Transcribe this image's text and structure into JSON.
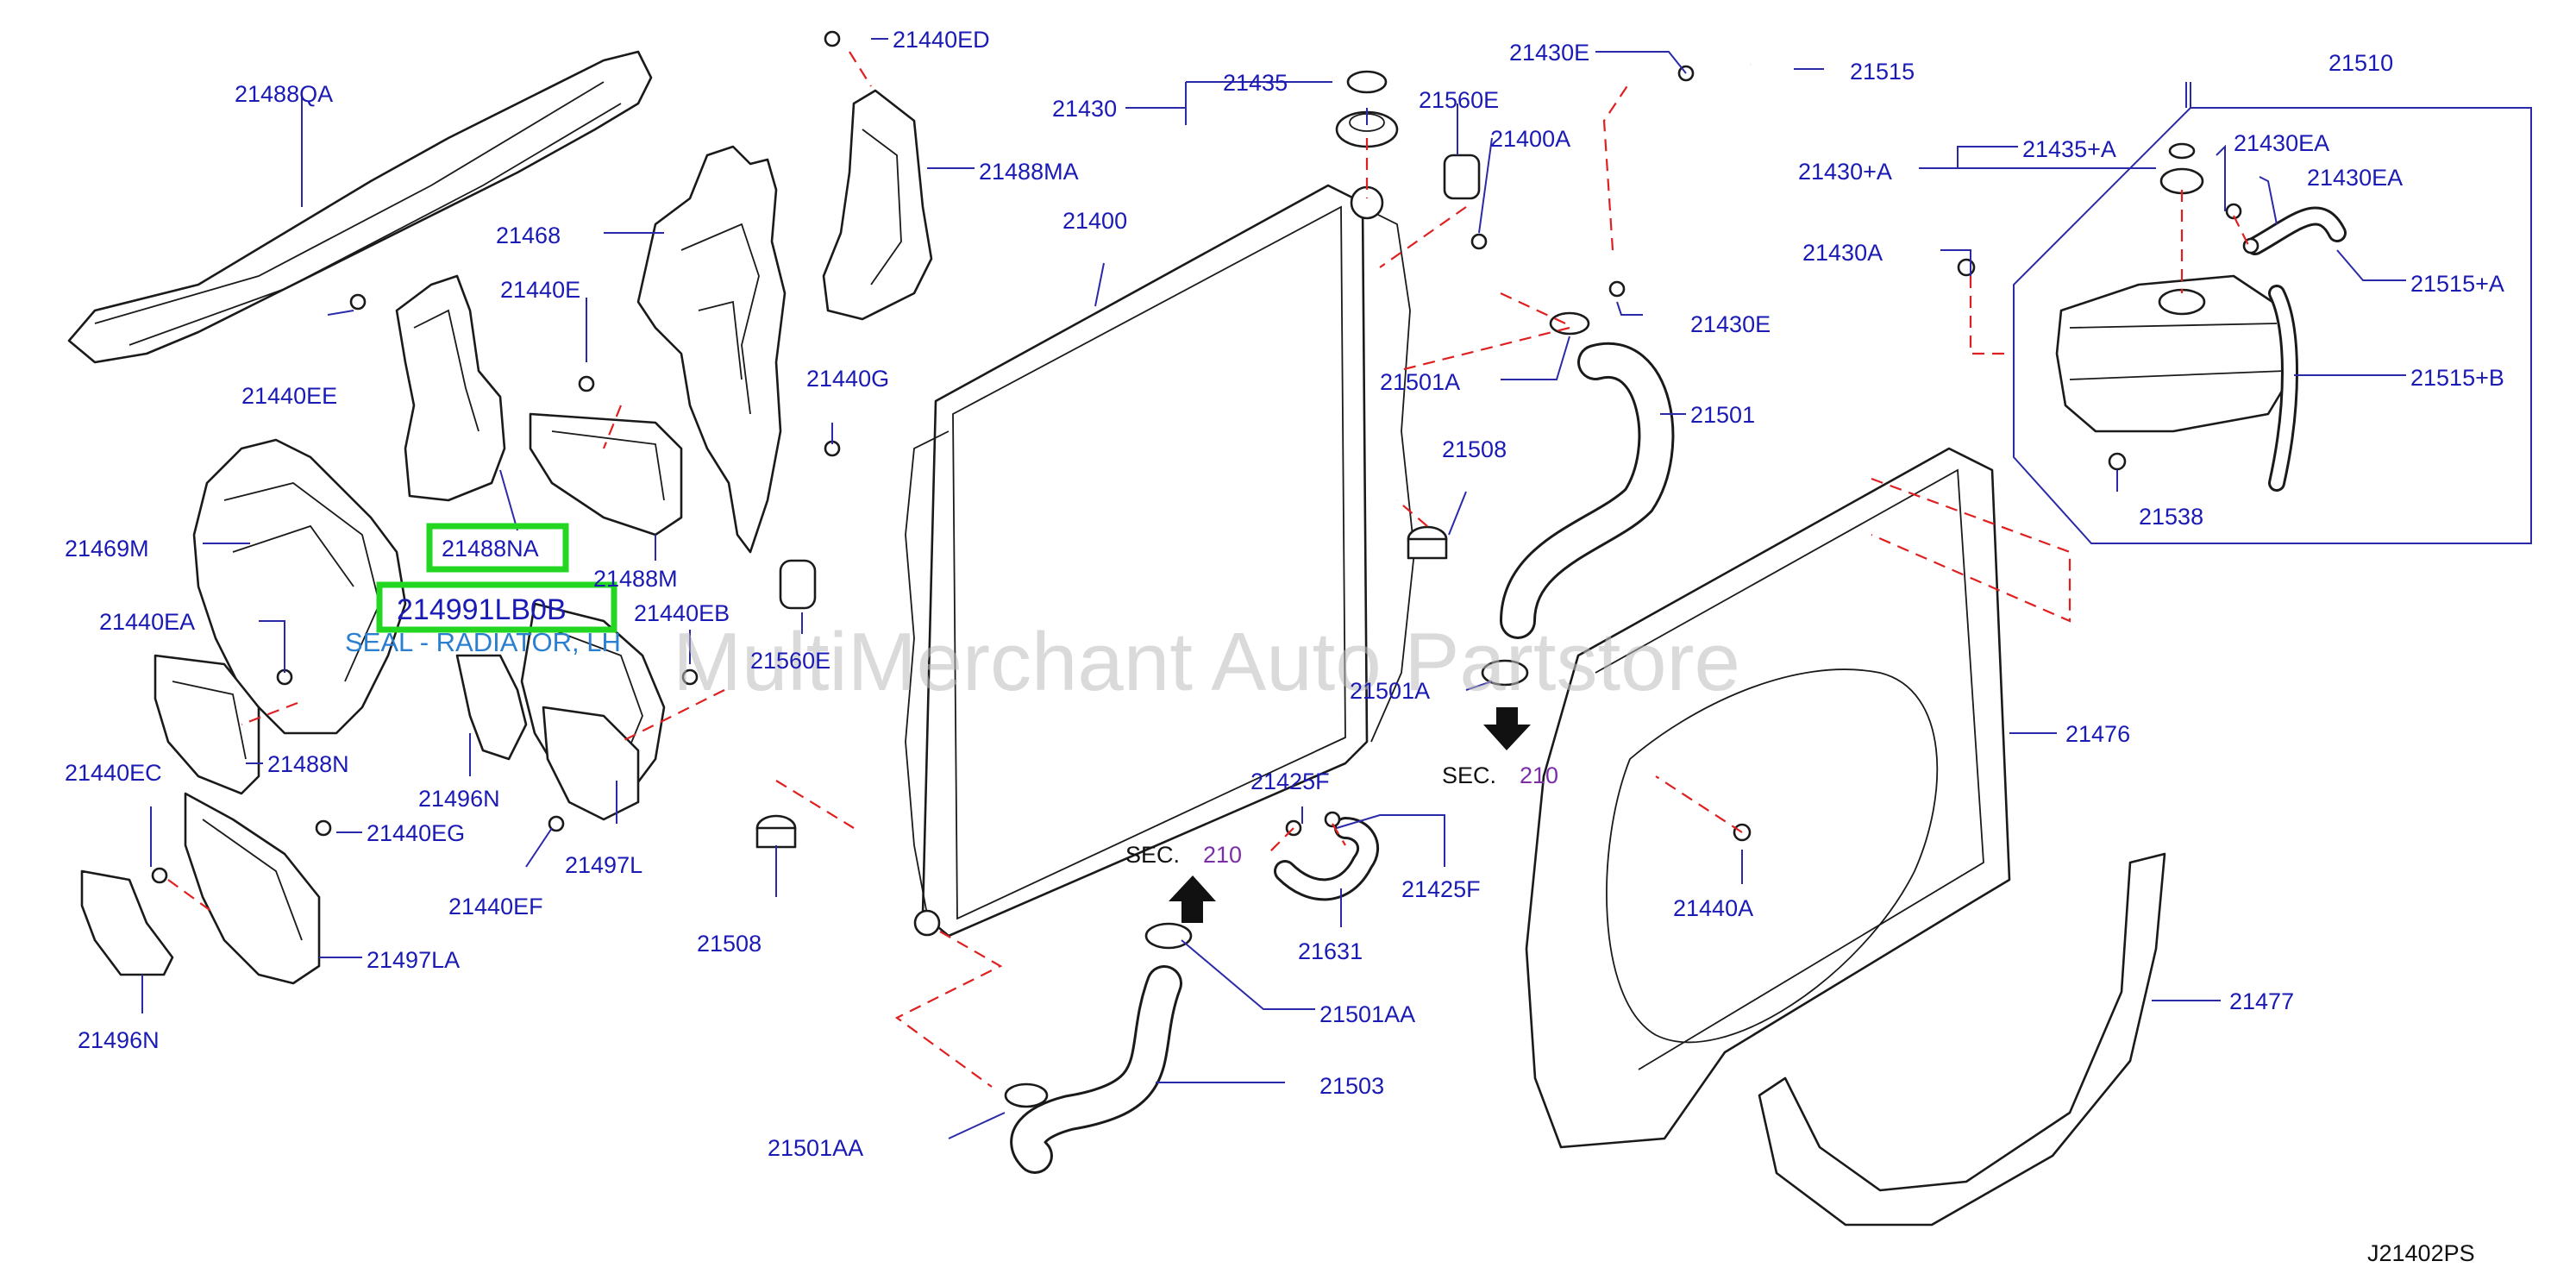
{
  "diagram_id": "J21402PS",
  "watermark": "MultiMerchant Auto Partstore",
  "highlight": {
    "part_number": "214991LB0B",
    "description": "SEAL - RADIATOR, LH"
  },
  "labels": {
    "p21488QA": "21488QA",
    "p21440ED": "21440ED",
    "p21488MA": "21488MA",
    "p21468": "21468",
    "p21440E": "21440E",
    "p21440EE": "21440EE",
    "p21469M": "21469M",
    "p21488NA": "21488NA",
    "p21488M": "21488M",
    "p21440EB": "21440EB",
    "p21440EA": "21440EA",
    "p21488N": "21488N",
    "p21496N_a": "21496N",
    "p21497L": "21497L",
    "p21440EC": "21440EC",
    "p21440EG": "21440EG",
    "p21440EF": "21440EF",
    "p21497LA": "21497LA",
    "p21496N_b": "21496N",
    "p21435": "21435",
    "p21430": "21430",
    "p21400": "21400",
    "p21440G": "21440G",
    "p21560E_a": "21560E",
    "p21560E_b": "21560E",
    "p21400A": "21400A",
    "p21430E_a": "21430E",
    "p21515": "21515",
    "p21430E_b": "21430E",
    "p21501A_a": "21501A",
    "p21501": "21501",
    "p21508_a": "21508",
    "p21501A_b": "21501A",
    "sec_a": "SEC.",
    "sec_a_num": "210",
    "p21425F_a": "21425F",
    "p21425F_b": "21425F",
    "sec_b": "SEC.",
    "sec_b_num": "210",
    "p21631": "21631",
    "p21508_b": "21508",
    "p21501AA_a": "21501AA",
    "p21503": "21503",
    "p21501AA_b": "21501AA",
    "p21510": "21510",
    "p21435A": "21435+A",
    "p21430EA_a": "21430EA",
    "p21430A_plus": "21430+A",
    "p21430EA_b": "21430EA",
    "p21430A": "21430A",
    "p21515A": "21515+A",
    "p21515B": "21515+B",
    "p21538": "21538",
    "p21476": "21476",
    "p21440A": "21440A",
    "p21477": "21477"
  },
  "colors": {
    "label": "#1a1ab4",
    "section_ref": "#7a2ea8",
    "dashed_guide": "#e02020",
    "highlight": "#22d622",
    "highlight_sub": "#2a7fd0",
    "watermark": "#bcbcbc"
  }
}
